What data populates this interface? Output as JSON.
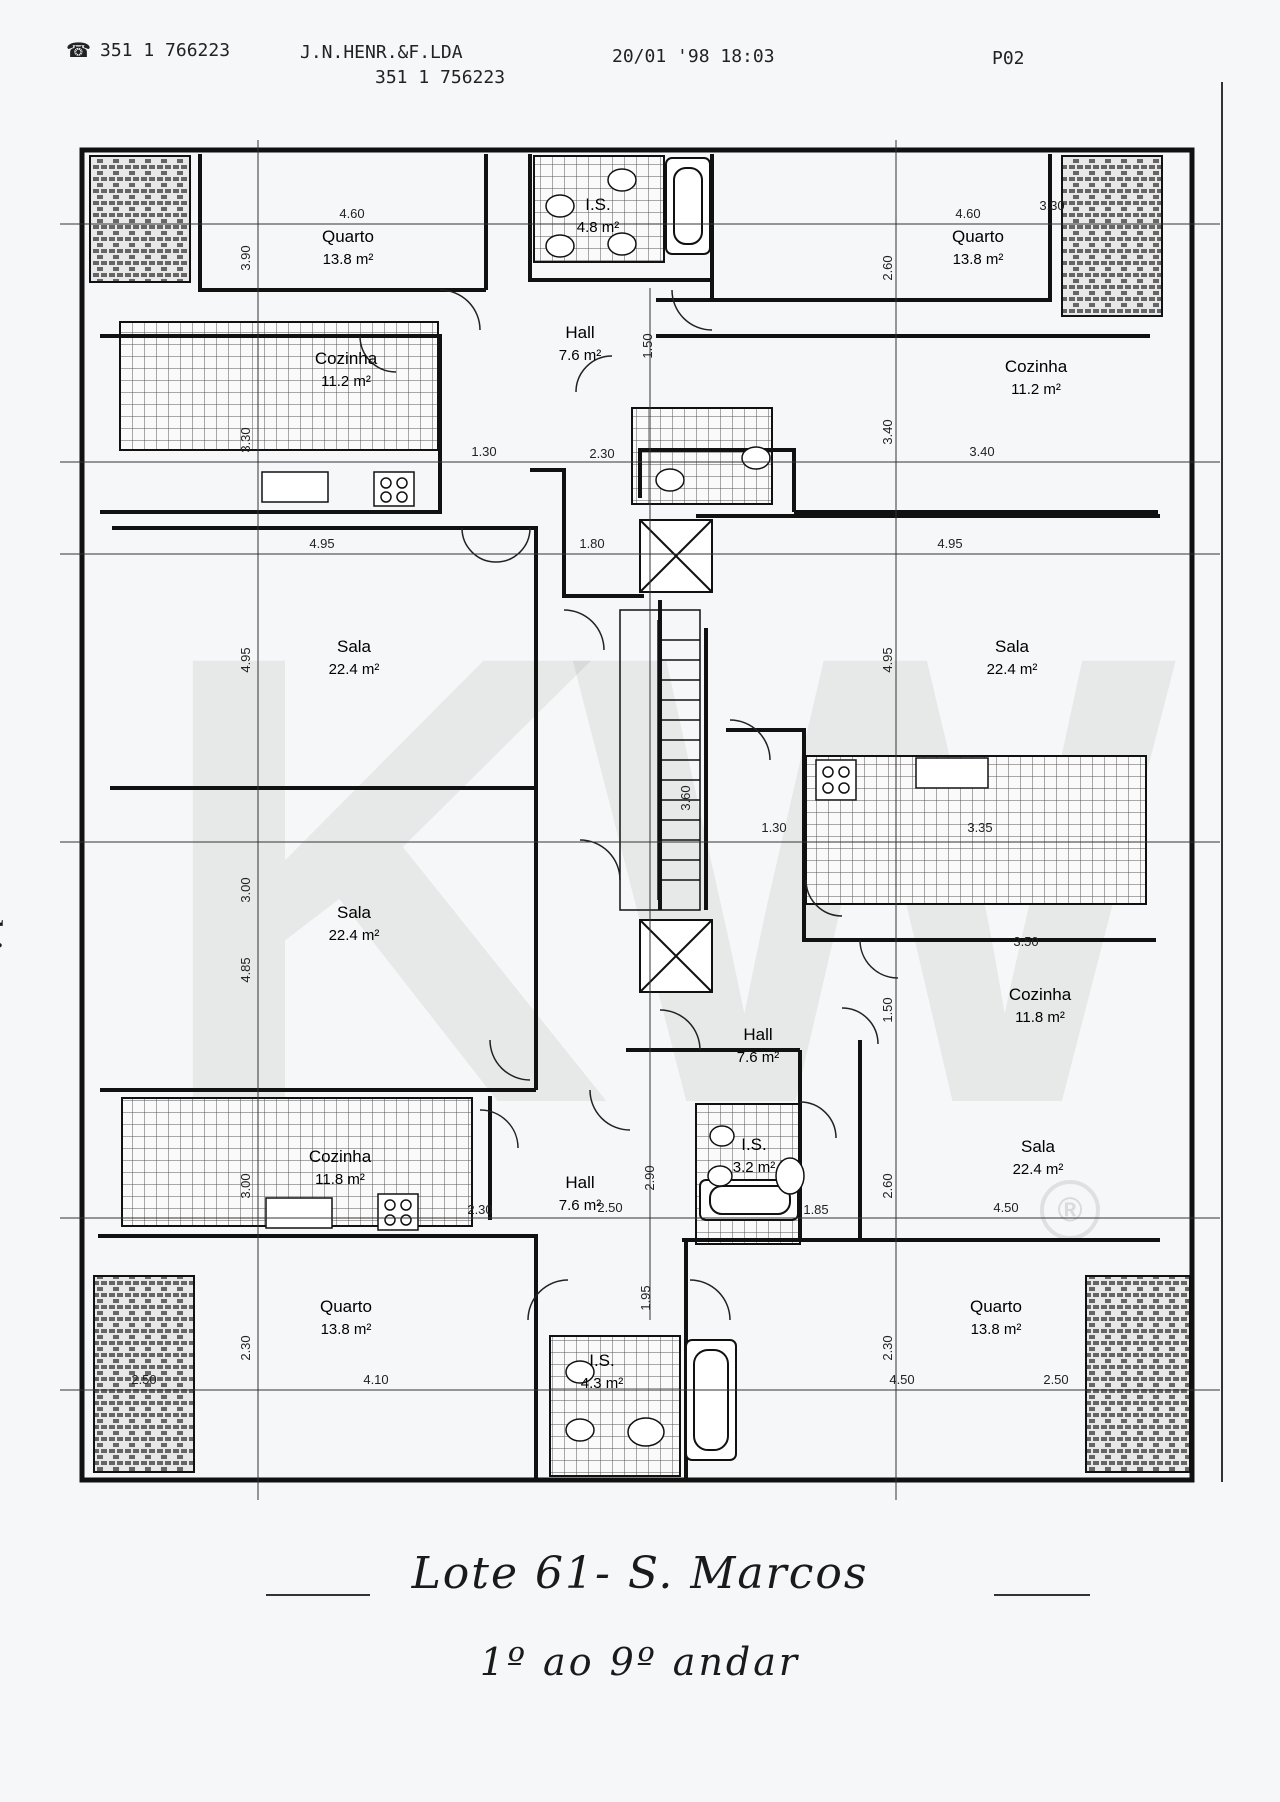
{
  "fax": {
    "phone_icon": "telephone-icon",
    "phone": "351 1 766223",
    "company": "J.N.HENR.&F.LDA",
    "fax_number": "351 1 756223",
    "datetime": "20/01 '98 18:03",
    "page": "P02"
  },
  "side_label": "bi",
  "watermark": {
    "text": "KW",
    "registered": "®"
  },
  "rooms": [
    {
      "label": "Quarto",
      "area": "13.8 m²"
    },
    {
      "label": "I.S.",
      "area": "4.8 m²"
    },
    {
      "label": "Quarto",
      "area": "13.8 m²"
    },
    {
      "label": "Hall",
      "area": "7.6 m²"
    },
    {
      "label": "Cozinha",
      "area": "11.2 m²"
    },
    {
      "label": "Cozinha",
      "area": "11.2 m²"
    },
    {
      "label": "Sala",
      "area": "22.4 m²"
    },
    {
      "label": "Sala",
      "area": "22.4 m²"
    },
    {
      "label": "Sala",
      "area": "22.4 m²"
    },
    {
      "label": "Cozinha",
      "area": "11.8 m²"
    },
    {
      "label": "Hall",
      "area": "7.6 m²"
    },
    {
      "label": "Cozinha",
      "area": "11.8 m²"
    },
    {
      "label": "Hall",
      "area": "7.6 m²"
    },
    {
      "label": "I.S.",
      "area": "3.2 m²"
    },
    {
      "label": "Sala",
      "area": "22.4 m²"
    },
    {
      "label": "Quarto",
      "area": "13.8 m²"
    },
    {
      "label": "I.S.",
      "area": "4.3 m²"
    },
    {
      "label": "Quarto",
      "area": "13.8 m²"
    }
  ],
  "dimensions": [
    "4.60",
    "3.90",
    "4.60",
    "2.60",
    "1.50",
    "3.30",
    "1.30",
    "2.30",
    "3.40",
    "3.40",
    "4.95",
    "1.80",
    "4.95",
    "4.95",
    "4.95",
    "1.30",
    "3.35",
    "4.85",
    "3.50",
    "1.50",
    "3.00",
    "2.90",
    "2.50",
    "2.30",
    "2.60",
    "4.50",
    "1.95",
    "1.85",
    "2.30",
    "4.10",
    "4.50",
    "2.30",
    "2.50",
    "2.50",
    "3.00",
    "3.30",
    "3.60"
  ],
  "caption": {
    "line1": "Lote 61- S. Marcos",
    "line2": "1º ao 9º andar"
  }
}
